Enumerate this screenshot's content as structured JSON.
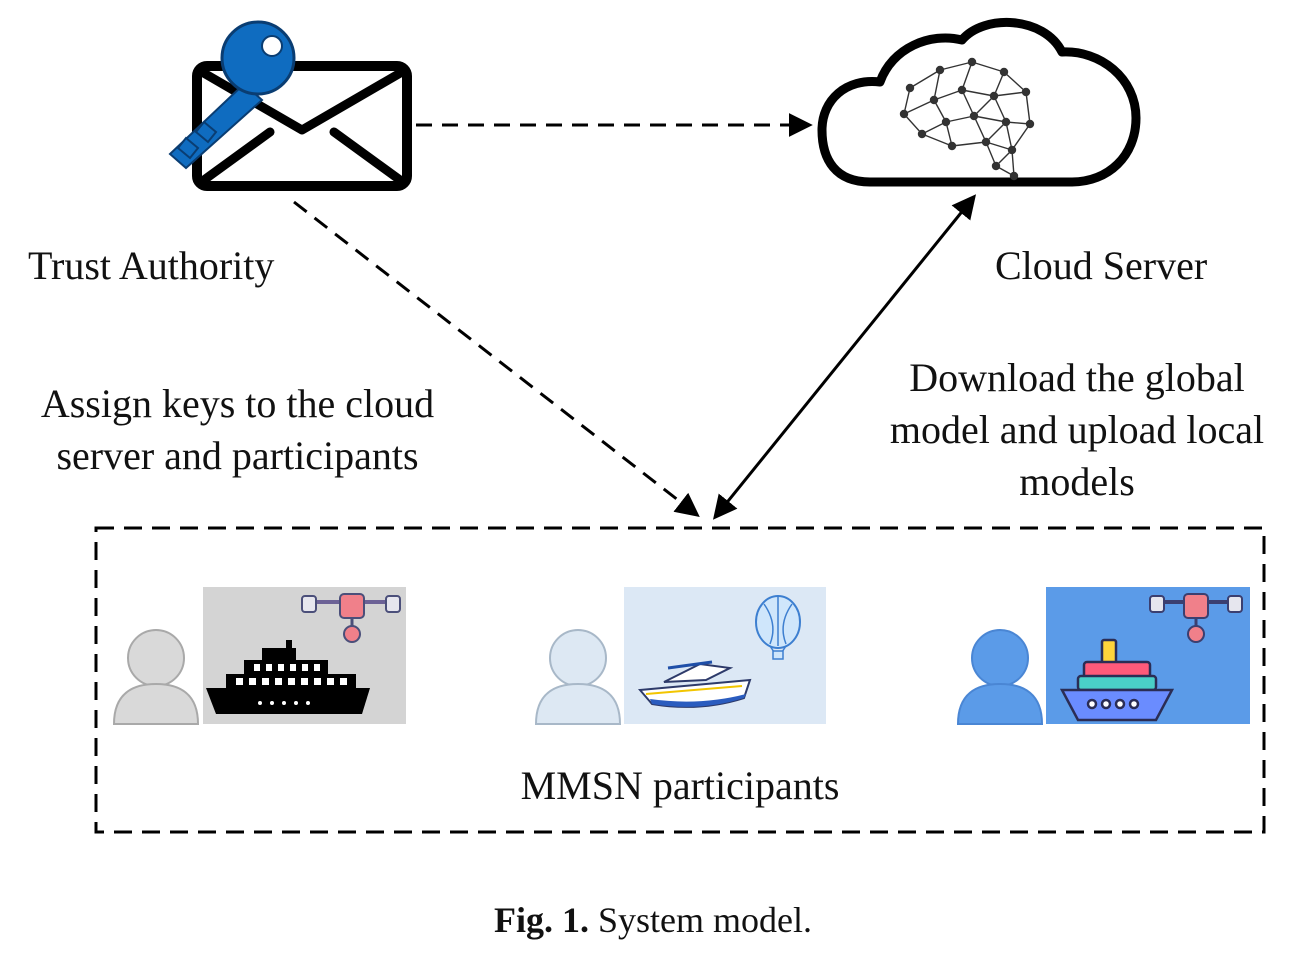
{
  "nodes": {
    "trust_authority": {
      "label": "Trust Authority",
      "icon": "key-envelope-icon"
    },
    "cloud_server": {
      "label": "Cloud Server",
      "icon": "cloud-neural-network-icon"
    }
  },
  "edges": {
    "assign_keys": {
      "label_line1": "Assign keys to the cloud",
      "label_line2": "server and participants"
    },
    "download_upload": {
      "label_line1": "Download the global",
      "label_line2": "model and upload local",
      "label_line3": "models"
    }
  },
  "participants_group": {
    "label": "MMSN participants",
    "participants": [
      {
        "icon": "user-avatar-icon",
        "scene": "ship-with-drone",
        "avatar_color": "#d9d9d9",
        "tile_color": "#d4d4d4"
      },
      {
        "icon": "user-avatar-icon",
        "scene": "speedboat-with-balloon",
        "avatar_color": "#dde8f3",
        "tile_color": "#dce8f5"
      },
      {
        "icon": "user-avatar-icon",
        "scene": "cruise-ship-with-drone",
        "avatar_color": "#5b9be8",
        "tile_color": "#5b9be8"
      }
    ]
  },
  "caption": {
    "prefix": "Fig. 1.",
    "text": "System model."
  },
  "colors": {
    "key_blue": "#0f6cc0",
    "line": "#000000"
  }
}
